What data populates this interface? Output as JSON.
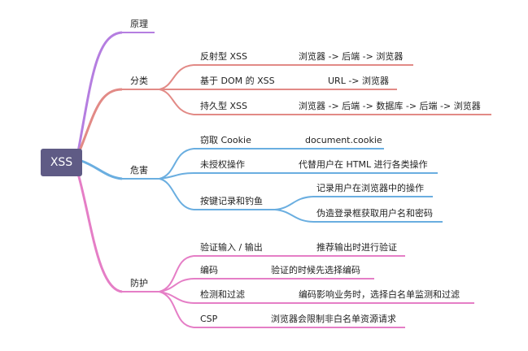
{
  "root": {
    "label": "XSS"
  },
  "colors": {
    "root_fill": "#5f5b85",
    "principle": "#b57ee0",
    "category": "#e28a86",
    "harm": "#6aaee0",
    "defense": "#e57ec6"
  },
  "principle": {
    "label": "原理"
  },
  "category": {
    "label": "分类",
    "items": [
      {
        "label": "反射型 XSS",
        "detail": "浏览器 -> 后端 -> 浏览器"
      },
      {
        "label": "基于 DOM 的 XSS",
        "detail": "URL -> 浏览器"
      },
      {
        "label": "持久型 XSS",
        "detail": "浏览器 -> 后端 -> 数据库 -> 后端 -> 浏览器"
      }
    ]
  },
  "harm": {
    "label": "危害",
    "items": [
      {
        "label": "窃取 Cookie",
        "detail": "document.cookie"
      },
      {
        "label": "未授权操作",
        "detail": "代替用户在 HTML 进行各类操作"
      },
      {
        "label": "按键记录和钓鱼",
        "details": [
          "记录用户在浏览器中的操作",
          "伪造登录框获取用户名和密码"
        ]
      }
    ]
  },
  "defense": {
    "label": "防护",
    "items": [
      {
        "label": "验证输入 / 输出",
        "detail": "推荐输出时进行验证"
      },
      {
        "label": "编码",
        "detail": "验证的时候先选择编码"
      },
      {
        "label": "检测和过滤",
        "detail": "编码影响业务时，选择白名单监测和过滤"
      },
      {
        "label": "CSP",
        "detail": "浏览器会限制非白名单资源请求"
      }
    ]
  }
}
